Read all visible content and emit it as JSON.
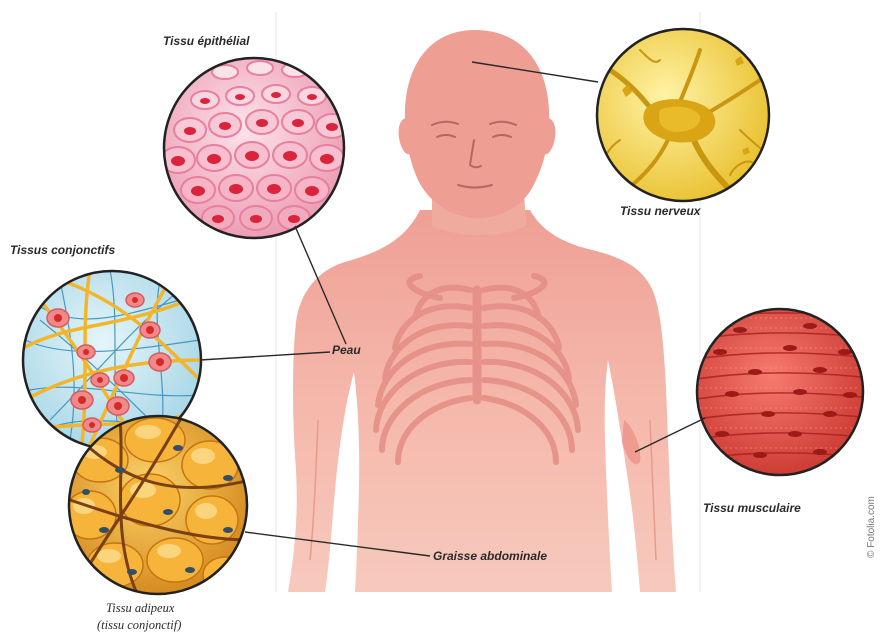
{
  "labels": {
    "epithelial": "Tissu épithélial",
    "nervous": "Tissu nerveux",
    "connective": "Tissus conjonctifs",
    "skin": "Peau",
    "muscle": "Tissu musculaire",
    "abdominal_fat": "Graisse abdominale",
    "adipose_line1": "Tissu adipeux",
    "adipose_line2": "(tissu conjonctif)"
  },
  "credit": "© Fotolia.com",
  "colors": {
    "body_skin": "#f2b3a6",
    "ribs": "#e48d85",
    "epithelial_cells": "#f4b9c9",
    "nervous_bg": "#f7dd55",
    "connective_bg": "#bfe3ef",
    "adipose_bg": "#f0a11f",
    "muscle_bg": "#e44a3f",
    "leader_line": "#2a2a2a"
  }
}
